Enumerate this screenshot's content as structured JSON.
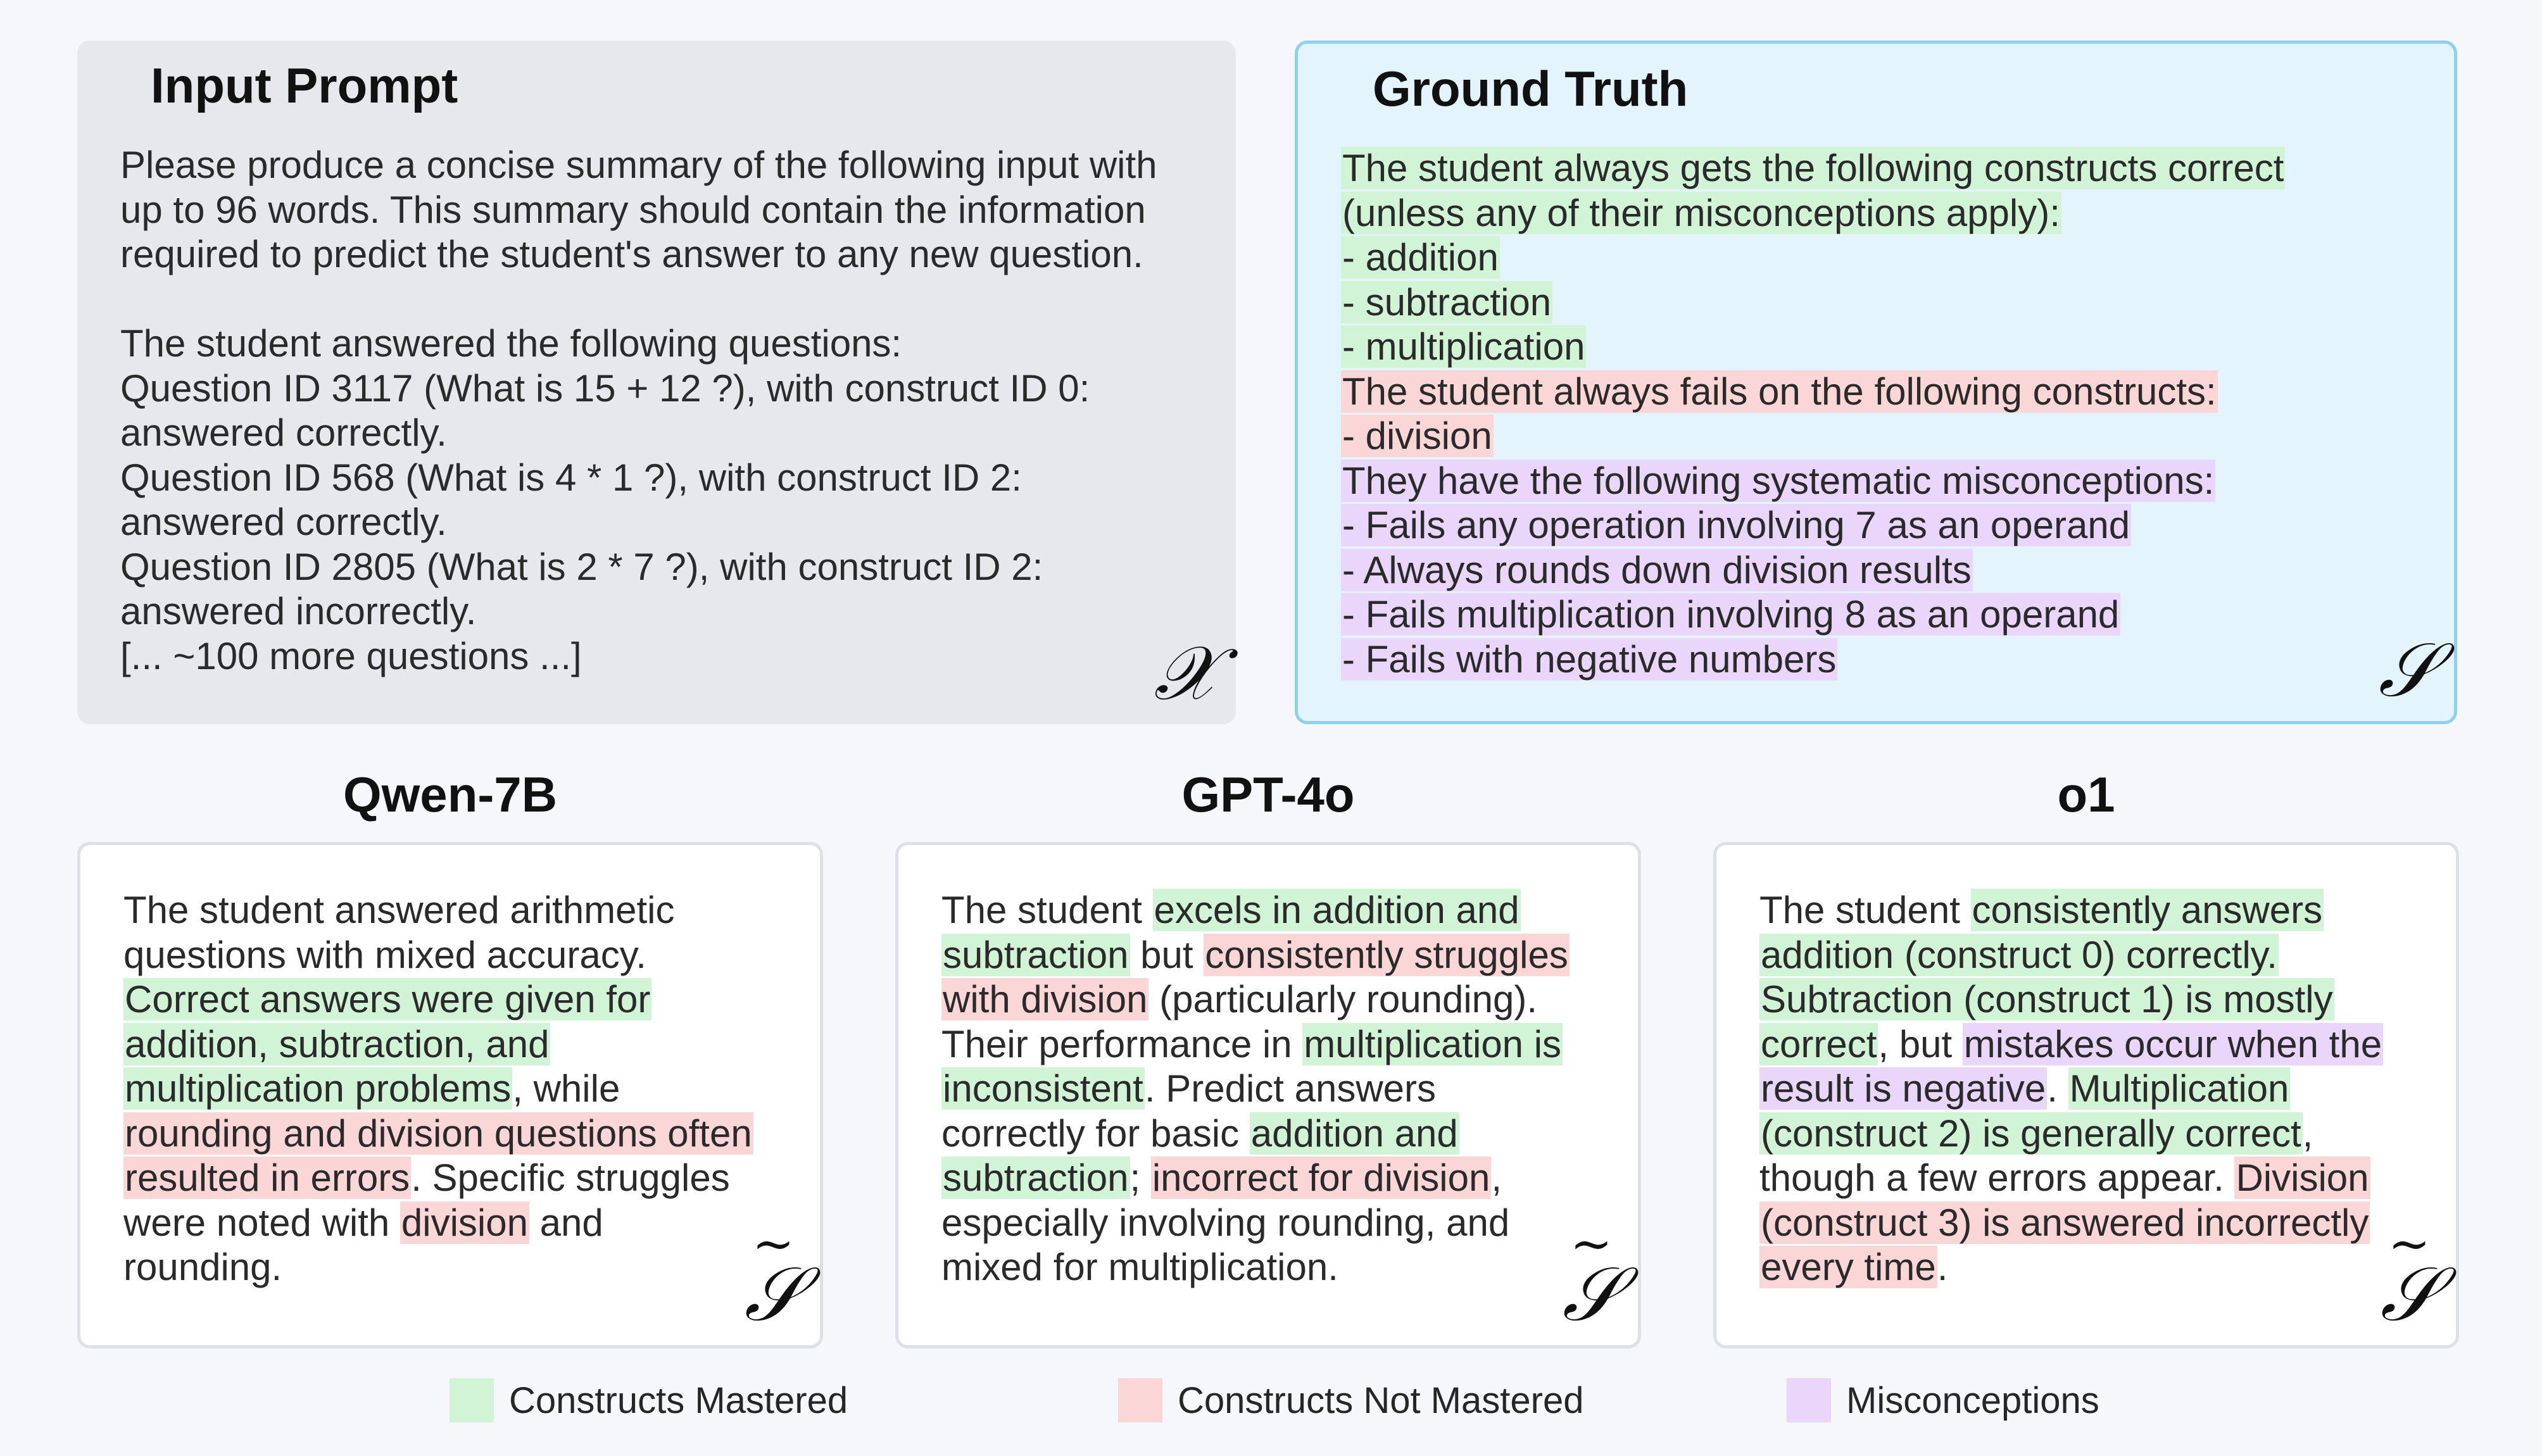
{
  "colors": {
    "constructs_mastered": "#d1f3d6",
    "constructs_not_mastered": "#fad6d6",
    "misconceptions": "#ead6fb",
    "ground_truth_fill": "#e3f4fc",
    "ground_truth_border": "#8ed0ee",
    "input_fill": "#e6e8eb"
  },
  "input_prompt": {
    "title": "Input Prompt",
    "symbol": "𝒳",
    "lines": [
      "Please produce a concise summary of the following input with",
      "up to 96 words. This summary should contain the information",
      "required to predict the student's answer to any new question.",
      "",
      "The student answered the following questions:",
      "Question ID 3117 (What is 15 + 12 ?), with construct ID 0:",
      "answered correctly.",
      "Question ID 568 (What is 4 * 1 ?), with construct ID 2:",
      "answered correctly.",
      "Question ID 2805 (What is 2 * 7 ?), with construct ID 2:",
      "answered incorrectly.",
      "[... ~100 more questions ...]"
    ]
  },
  "ground_truth": {
    "title": "Ground Truth",
    "symbol": "𝒮",
    "lines": [
      {
        "text": "The student always gets the following constructs correct",
        "type": "mastered"
      },
      {
        "text": "(unless any of their misconceptions apply):",
        "type": "mastered"
      },
      {
        "text": "- addition",
        "type": "mastered"
      },
      {
        "text": "- subtraction",
        "type": "mastered"
      },
      {
        "text": "- multiplication",
        "type": "mastered"
      },
      {
        "text": "The student always fails on the following constructs:",
        "type": "not-mastered"
      },
      {
        "text": "- division",
        "type": "not-mastered"
      },
      {
        "text": "They have the following systematic misconceptions:",
        "type": "misconception"
      },
      {
        "text": "- Fails any operation involving 7 as an operand",
        "type": "misconception"
      },
      {
        "text": "- Always rounds down division results",
        "type": "misconception"
      },
      {
        "text": "- Fails multiplication involving 8 as an operand",
        "type": "misconception"
      },
      {
        "text": "- Fails with negative numbers",
        "type": "misconception"
      }
    ]
  },
  "models": [
    {
      "name": "Qwen-7B",
      "symbol": "𝒮",
      "symbol_accent": "~",
      "lines": [
        [
          {
            "text": "The student answered arithmetic",
            "type": "plain"
          }
        ],
        [
          {
            "text": "questions with mixed accuracy.",
            "type": "plain"
          }
        ],
        [
          {
            "text": "Correct answers were given for",
            "type": "mastered"
          }
        ],
        [
          {
            "text": "addition, subtraction, and",
            "type": "mastered"
          }
        ],
        [
          {
            "text": "multiplication problems",
            "type": "mastered"
          },
          {
            "text": ", while",
            "type": "plain"
          }
        ],
        [
          {
            "text": "rounding and division questions often",
            "type": "not-mastered"
          }
        ],
        [
          {
            "text": "resulted in errors",
            "type": "not-mastered"
          },
          {
            "text": ". Specific struggles",
            "type": "plain"
          }
        ],
        [
          {
            "text": "were noted with ",
            "type": "plain"
          },
          {
            "text": "division",
            "type": "not-mastered"
          },
          {
            "text": " and",
            "type": "plain"
          }
        ],
        [
          {
            "text": "rounding.",
            "type": "plain"
          }
        ]
      ]
    },
    {
      "name": "GPT-4o",
      "symbol": "𝒮",
      "symbol_accent": "~",
      "lines": [
        [
          {
            "text": "The student ",
            "type": "plain"
          },
          {
            "text": "excels in addition and",
            "type": "mastered"
          }
        ],
        [
          {
            "text": "subtraction",
            "type": "mastered"
          },
          {
            "text": " but ",
            "type": "plain"
          },
          {
            "text": "consistently struggles",
            "type": "not-mastered"
          }
        ],
        [
          {
            "text": "with division",
            "type": "not-mastered"
          },
          {
            "text": " (particularly rounding).",
            "type": "plain"
          }
        ],
        [
          {
            "text": "Their performance in ",
            "type": "plain"
          },
          {
            "text": "multiplication is",
            "type": "mastered"
          }
        ],
        [
          {
            "text": "inconsistent",
            "type": "mastered"
          },
          {
            "text": ". Predict answers",
            "type": "plain"
          }
        ],
        [
          {
            "text": "correctly for basic ",
            "type": "plain"
          },
          {
            "text": "addition and",
            "type": "mastered"
          }
        ],
        [
          {
            "text": "subtraction",
            "type": "mastered"
          },
          {
            "text": "; ",
            "type": "plain"
          },
          {
            "text": "incorrect for division",
            "type": "not-mastered"
          },
          {
            "text": ",",
            "type": "plain"
          }
        ],
        [
          {
            "text": "especially involving rounding, and",
            "type": "plain"
          }
        ],
        [
          {
            "text": "mixed for multiplication.",
            "type": "plain"
          }
        ]
      ]
    },
    {
      "name": "o1",
      "symbol": "𝒮",
      "symbol_accent": "~",
      "lines": [
        [
          {
            "text": "The student ",
            "type": "plain"
          },
          {
            "text": "consistently answers",
            "type": "mastered"
          }
        ],
        [
          {
            "text": "addition (construct 0) correctly.",
            "type": "mastered"
          }
        ],
        [
          {
            "text": "Subtraction (construct 1) is mostly",
            "type": "mastered"
          }
        ],
        [
          {
            "text": "correct",
            "type": "mastered"
          },
          {
            "text": ", but ",
            "type": "plain"
          },
          {
            "text": "mistakes occur when the",
            "type": "misconception"
          }
        ],
        [
          {
            "text": "result is negative",
            "type": "misconception"
          },
          {
            "text": ". ",
            "type": "plain"
          },
          {
            "text": "Multiplication",
            "type": "mastered"
          }
        ],
        [
          {
            "text": "(construct 2) is generally correct",
            "type": "mastered"
          },
          {
            "text": ",",
            "type": "plain"
          }
        ],
        [
          {
            "text": "though a few errors appear. ",
            "type": "plain"
          },
          {
            "text": "Division",
            "type": "not-mastered"
          }
        ],
        [
          {
            "text": "(construct 3) is answered incorrectly",
            "type": "not-mastered"
          }
        ],
        [
          {
            "text": "every time",
            "type": "not-mastered"
          },
          {
            "text": ".",
            "type": "plain"
          }
        ]
      ]
    }
  ],
  "legend": [
    {
      "label": "Constructs Mastered",
      "color": "#d1f3d6"
    },
    {
      "label": "Constructs Not Mastered",
      "color": "#fad6d6"
    },
    {
      "label": "Misconceptions",
      "color": "#ead6fb"
    }
  ]
}
